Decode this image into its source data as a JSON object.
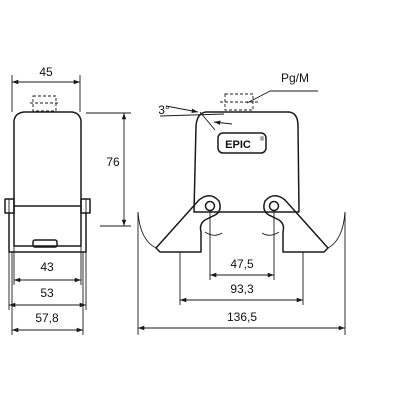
{
  "side_view": {
    "dims": {
      "top_width": "45",
      "height": "76",
      "inner_width": "43",
      "mid_width": "53",
      "outer_width": "57,8"
    }
  },
  "front_view": {
    "thread_label": "Pg/M",
    "angle_label": "3°",
    "logo_text": "EPIC",
    "logo_reg": "®",
    "dims": {
      "pin_spacing": "47,5",
      "mount_width": "93,3",
      "overall_width": "136,5"
    }
  }
}
